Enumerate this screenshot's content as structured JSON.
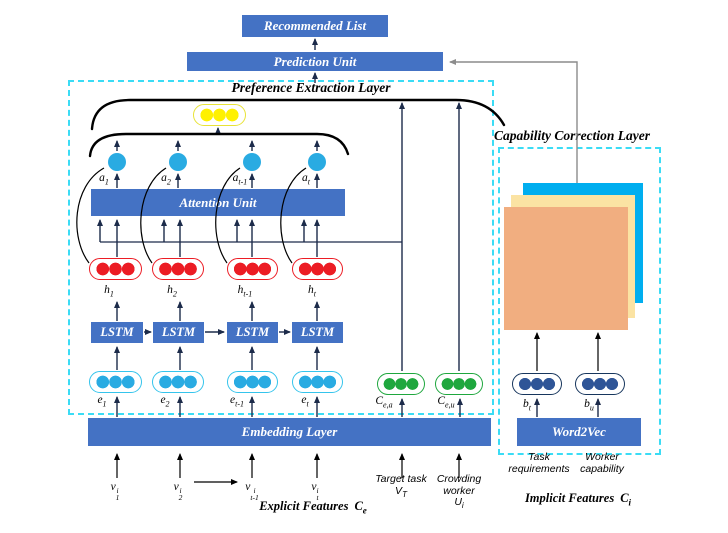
{
  "boxes": {
    "recommended_list": "Recommended List",
    "prediction_unit": "Prediction Unit",
    "attention_unit": "Attention Unit",
    "lstm": "LSTM",
    "embedding_layer": "Embedding Layer",
    "word2vec": "Word2Vec"
  },
  "layers": {
    "preference": "Preference Extraction Layer",
    "capability": "Capability Correction Layer"
  },
  "labels": {
    "a": [
      {
        "main": "a",
        "sub": "1"
      },
      {
        "main": "a",
        "sub": "2"
      },
      {
        "main": "a",
        "sub": "t-1"
      },
      {
        "main": "a",
        "sub": "t"
      }
    ],
    "h": [
      {
        "main": "h",
        "sub": "1"
      },
      {
        "main": "h",
        "sub": "2"
      },
      {
        "main": "h",
        "sub": "t-1"
      },
      {
        "main": "h",
        "sub": "t"
      }
    ],
    "e": [
      {
        "main": "e",
        "sub": "1"
      },
      {
        "main": "e",
        "sub": "2"
      },
      {
        "main": "e",
        "sub": "t-1"
      },
      {
        "main": "e",
        "sub": "t"
      }
    ],
    "v": [
      {
        "main": "v",
        "sub": "1",
        "sup": "i"
      },
      {
        "main": "v",
        "sub": "2",
        "sup": "i"
      },
      {
        "main": "v",
        "sub": "t-1",
        "sup": "i"
      },
      {
        "main": "v",
        "sub": "t",
        "sup": "i"
      }
    ],
    "c_explicit": [
      {
        "main": "C",
        "sub": "e,a"
      },
      {
        "main": "C",
        "sub": "e,u"
      }
    ],
    "b_implicit": [
      {
        "main": "b",
        "sub": "t"
      },
      {
        "main": "b",
        "sub": "u"
      }
    ]
  },
  "annotations": {
    "target_task": {
      "line1": "Target task",
      "sym": "V",
      "sym_sub": "T"
    },
    "crowding_worker": {
      "line1": "Crowding",
      "line2": "worker",
      "sym": "U",
      "sym_sub": "i"
    },
    "task_requirements": {
      "line1": "Task",
      "line2": "requirements"
    },
    "worker_capability": {
      "line1": "Worker",
      "line2": "capability"
    },
    "explicit_features": {
      "text": "Explicit Features",
      "sym": "C",
      "sym_sub": "e"
    },
    "implicit_features": {
      "text": "Implicit Features",
      "sym": "C",
      "sym_sub": "i"
    }
  },
  "colors": {
    "box_blue": "#4472C4",
    "dashed_cyan": "#3BDCF5",
    "node_blue": "#29ABE2",
    "node_red": "#EC1C24",
    "node_green": "#1FA73E",
    "node_yellow": "#FFF100",
    "node_navy": "#2F5597",
    "square_blue": "#00AEEF",
    "square_cream": "#FBE3A3",
    "square_orange": "#F1AE80",
    "feedback_gray": "#8C8C8C",
    "arrow_navy": "#1C2B4A"
  }
}
